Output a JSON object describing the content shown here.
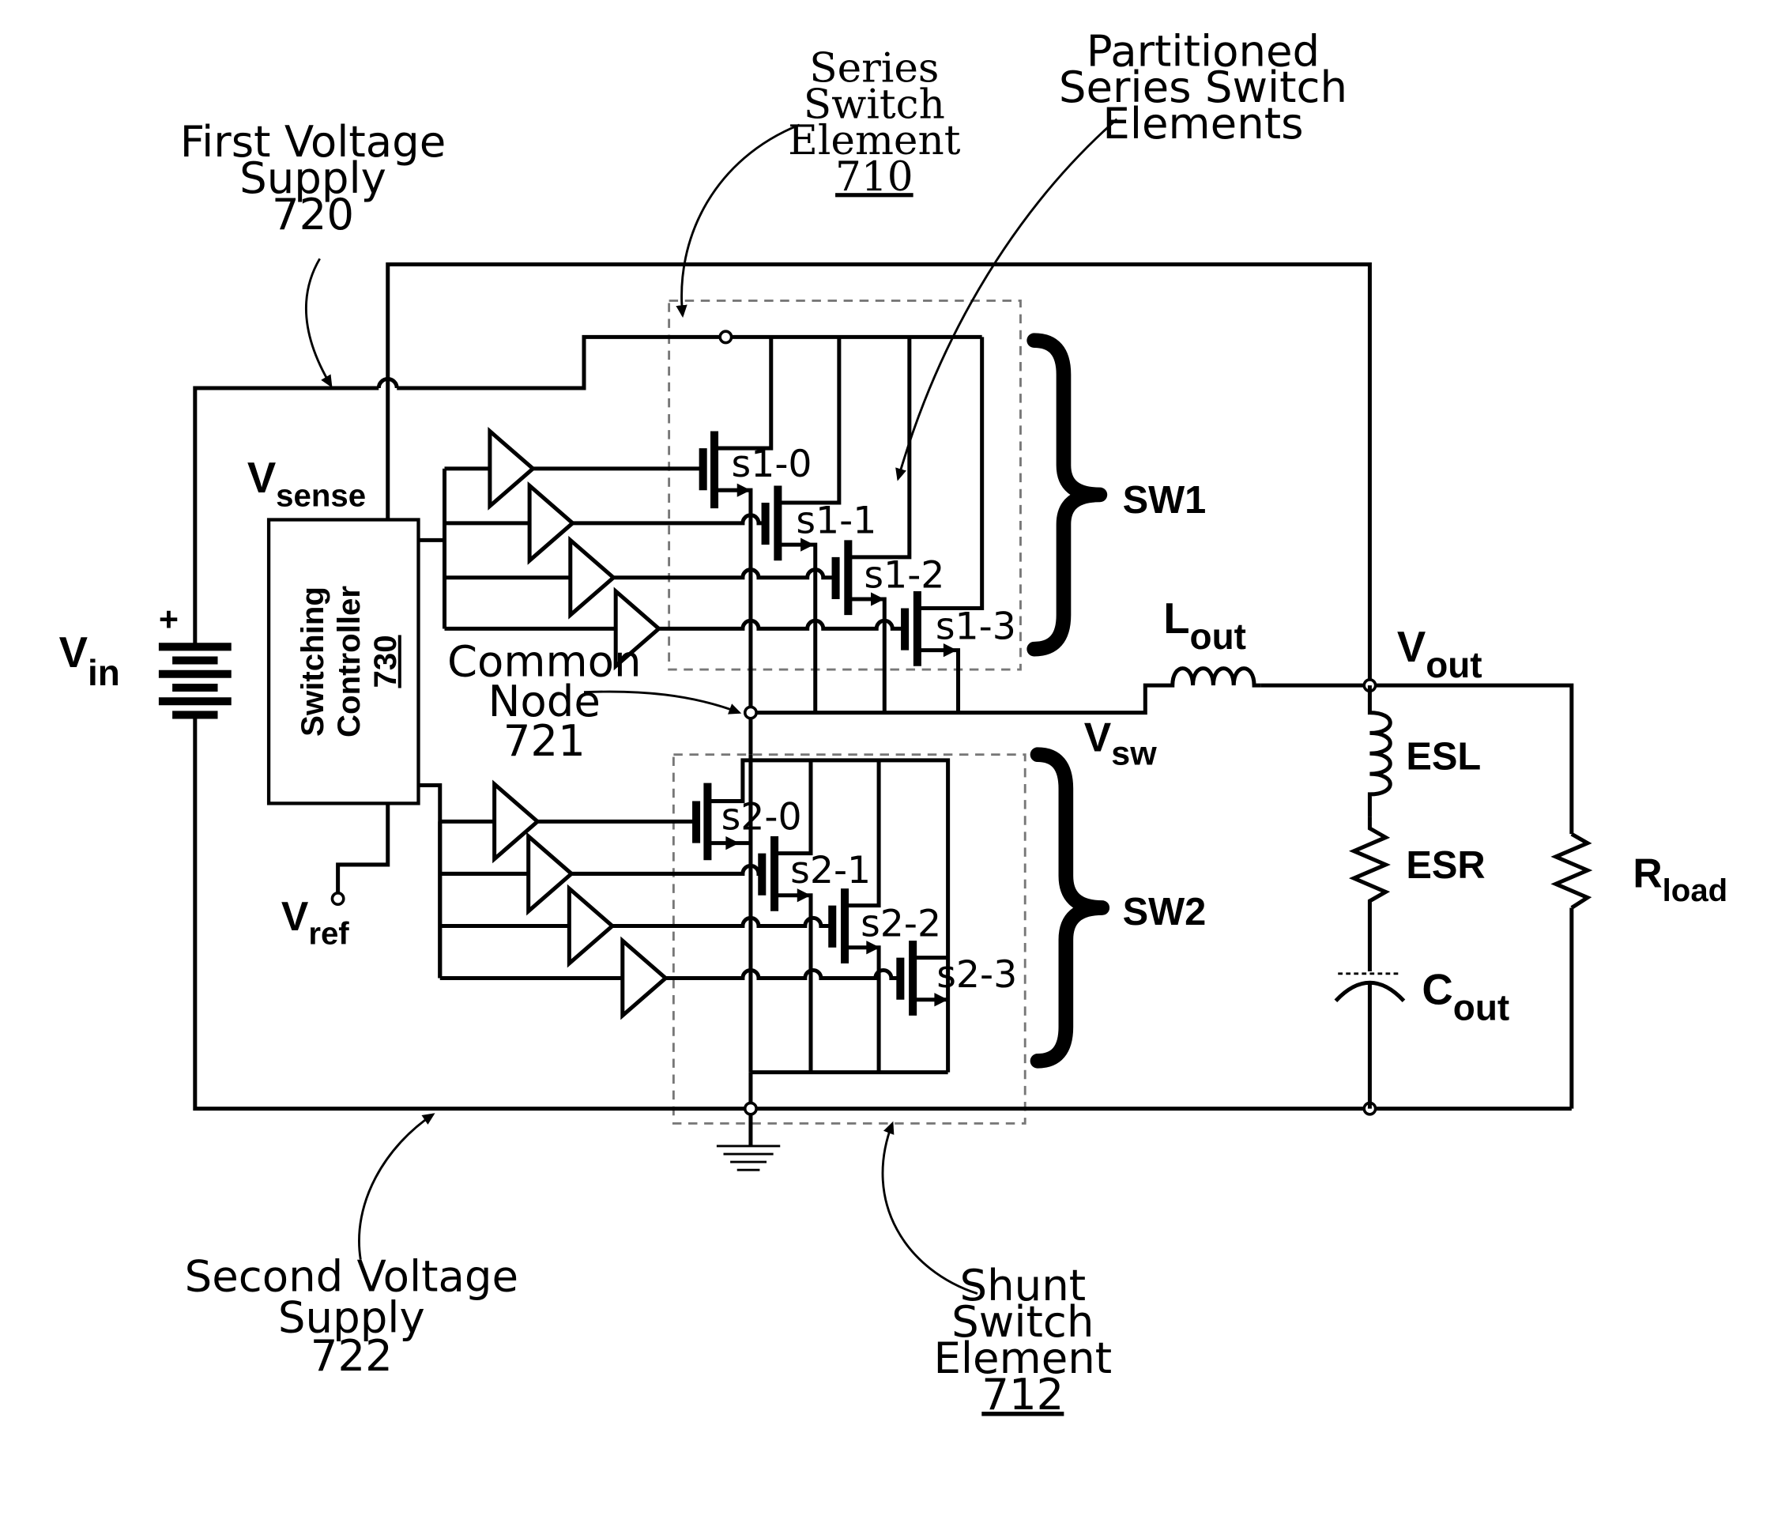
{
  "labels": {
    "first_supply": [
      "First Voltage",
      "Supply",
      "720"
    ],
    "second_supply": [
      "Second Voltage",
      "Supply",
      "722"
    ],
    "series": [
      "Series",
      "Switch",
      "Element",
      "710"
    ],
    "partitioned": [
      "Partitioned",
      "Series Switch",
      "Elements"
    ],
    "shunt": [
      "Shunt",
      "Switch",
      "Element",
      "712"
    ],
    "common_node": [
      "Common",
      "Node",
      "721"
    ],
    "controller": [
      "Switching",
      "Controller",
      "730"
    ]
  },
  "nodes": {
    "vin": "V",
    "vin_sub": "in",
    "vsense": "V",
    "vsense_sub": "sense",
    "vref": "V",
    "vref_sub": "ref",
    "vsw": "V",
    "vsw_sub": "sw",
    "vout": "V",
    "vout_sub": "out",
    "lout": "L",
    "lout_sub": "out",
    "esl": "ESL",
    "esr": "ESR",
    "cout": "C",
    "cout_sub": "out",
    "rload": "R",
    "rload_sub": "load",
    "sw1": "SW1",
    "sw2": "SW2",
    "plus": "+"
  },
  "devices": {
    "s1": [
      "s1-0",
      "s1-1",
      "s1-2",
      "s1-3"
    ],
    "s2": [
      "s2-0",
      "s2-1",
      "s2-2",
      "s2-3"
    ]
  }
}
